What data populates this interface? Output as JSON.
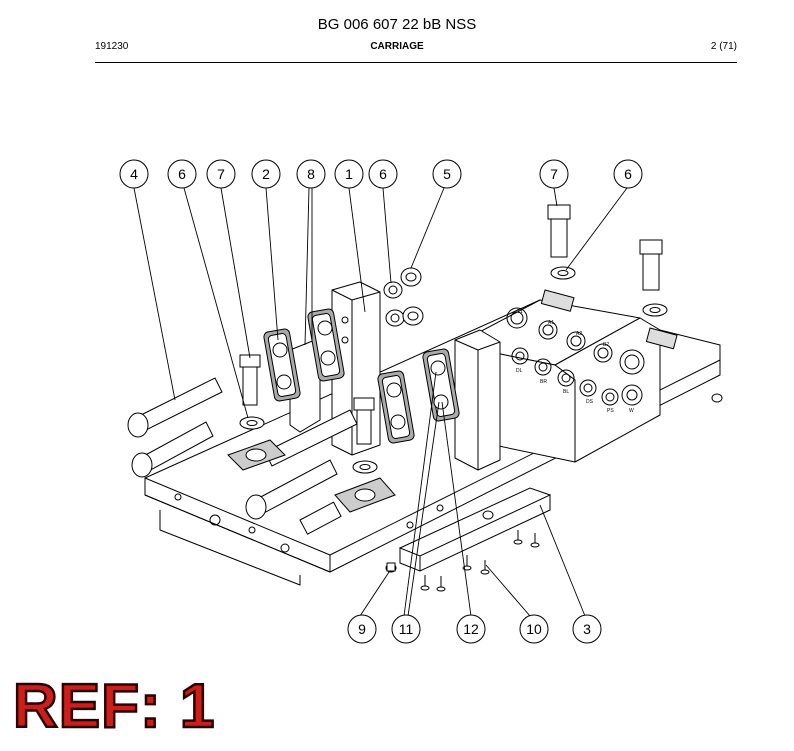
{
  "header": {
    "title": "BG 006 607 22 bB NSS",
    "doc_id": "191230",
    "section": "CARRIAGE",
    "page": "2 (71)"
  },
  "callouts": [
    "4",
    "6",
    "7",
    "2",
    "8",
    "1",
    "6",
    "5",
    "7",
    "6",
    "9",
    "11",
    "12",
    "10",
    "3"
  ],
  "port_labels": [
    "T1",
    "A1",
    "A2",
    "B2",
    "DL",
    "BR",
    "BL",
    "DS",
    "PS",
    "W"
  ],
  "ref_label": "REF: 1",
  "colors": {
    "ref_fill": "#cc1f1a",
    "ref_outline": "#2a0000",
    "line": "#000000",
    "shade": "#bdbdbd"
  }
}
